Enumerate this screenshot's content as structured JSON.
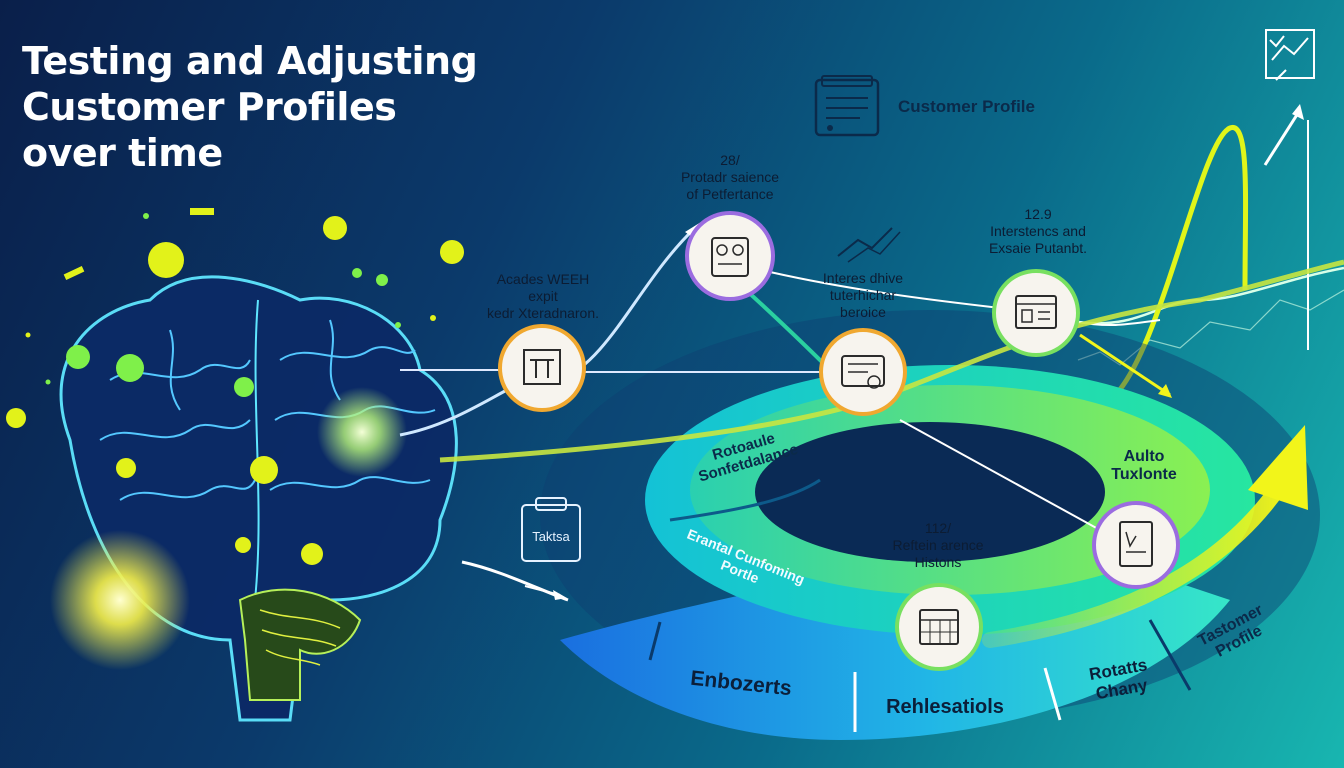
{
  "title": {
    "line1": "Testing and Adjusting",
    "line2": "Customer Profiles",
    "line3": "over time"
  },
  "header_label": "Customer Profile",
  "icons": {
    "profile": "document-icon",
    "corner": "checklist-chart-icon",
    "task": "clipboard-icon"
  },
  "nodes": [
    {
      "label_line1": "Acades WEEH",
      "label_line2": "expit",
      "label_line3": "kedr Xteradnaron.",
      "icon": "profile-card-icon"
    },
    {
      "number": "28/",
      "label_line1": "Protadr saience",
      "label_line2": "of Petfertance",
      "icon": "id-card-icon"
    },
    {
      "label_line1": "Interes dhive",
      "label_line2": "tuterhichar",
      "label_line3": "beroice",
      "icon": "billing-card-icon"
    },
    {
      "number": "12.9",
      "label_line1": "Interstencs and",
      "label_line2": "Exsaie Putanbt.",
      "icon": "browser-window-icon"
    },
    {
      "number": "112/",
      "label_line1": "Reftein arence",
      "label_line2": "Histons",
      "icon": "calendar-icon"
    },
    {
      "icon": "document-edit-icon"
    }
  ],
  "task_label": "Taktsa",
  "ring": {
    "inner_left": "Rotoaule Sonfetdalance",
    "middle_left": "Erantal Cunfoming Portle",
    "auto_label": "Aulto Tuxlonte",
    "bottom_segments": [
      "Enbozerts",
      "Rehlesatiols",
      "Rotatts Chany",
      "Tastomer Profile"
    ]
  },
  "colors": {
    "accent_yellow": "#e8f21a",
    "accent_green": "#7ff04a",
    "ring_teal": "#19d6c4",
    "ring_blue": "#1e7fe0",
    "node_purple": "#9b6ce0",
    "node_orange": "#f0a830",
    "node_green": "#78e060"
  }
}
